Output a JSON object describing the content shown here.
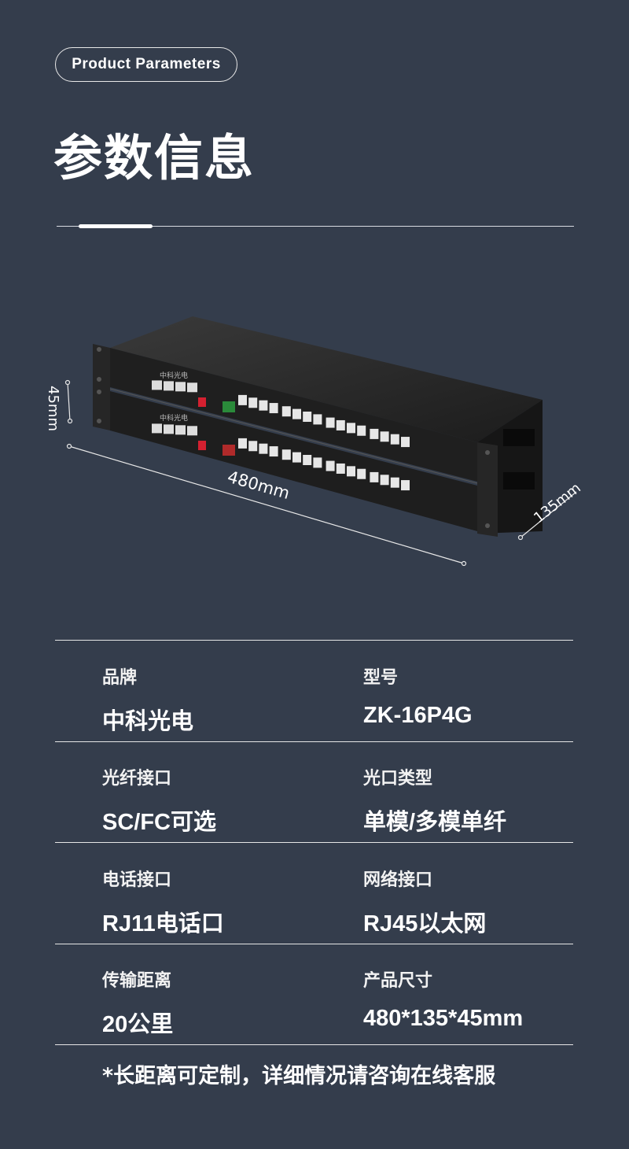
{
  "header": {
    "badge": "Product Parameters",
    "title": "参数信息"
  },
  "product_image": {
    "brand_mark": "中科光电",
    "dimensions": {
      "height": "45mm",
      "width": "480mm",
      "depth": "135mm"
    },
    "phone_port_count": 16,
    "lan_port_count": 4
  },
  "params": [
    {
      "label": "品牌",
      "value": "中科光电"
    },
    {
      "label": "型号",
      "value": "ZK-16P4G"
    },
    {
      "label": "光纤接口",
      "value": "SC/FC可选"
    },
    {
      "label": "光口类型",
      "value": "单模/多模单纤"
    },
    {
      "label": "电话接口",
      "value": "RJ11电话口"
    },
    {
      "label": "网络接口",
      "value": "RJ45以太网"
    },
    {
      "label": "传输距离",
      "value": "20公里"
    },
    {
      "label": "产品尺寸",
      "value": "480*135*45mm"
    }
  ],
  "note": "*长距离可定制，详细情况请咨询在线客服",
  "colors": {
    "background": "#343d4c",
    "text": "#ffffff"
  }
}
